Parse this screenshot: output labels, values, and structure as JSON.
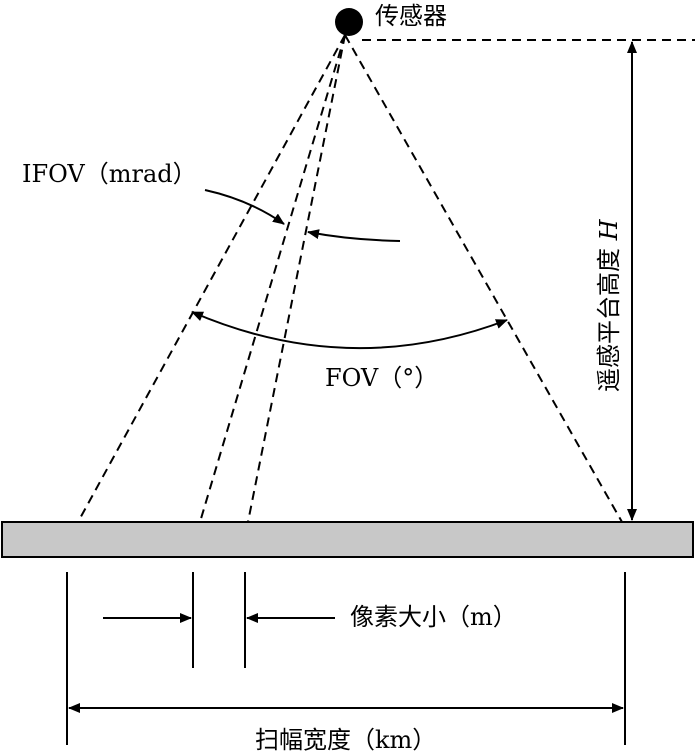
{
  "labels": {
    "sensor": "传感器",
    "ifov": "IFOV（mrad）",
    "fov": "FOV（°）",
    "height": "遥感平台高度",
    "height_symbol": "H",
    "pixel_size": "像素大小（m）",
    "swath_width": "扫幅宽度（km）"
  },
  "colors": {
    "ground": "#c8c8c8",
    "line": "#000000"
  }
}
